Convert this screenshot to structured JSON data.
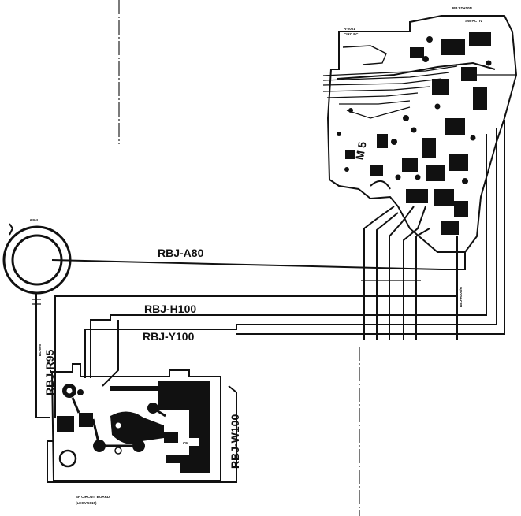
{
  "diagram": {
    "wire_labels": {
      "a80": "RBJ-A80",
      "h100": "RBJ-H100",
      "y100": "RBJ-Y100",
      "r95": "RBJ-R95",
      "w100": "RBJ-W100"
    },
    "main_board": {
      "center_marks": "M 5"
    }
  },
  "colors": {
    "ink": "#111111",
    "paper": "#ffffff"
  }
}
